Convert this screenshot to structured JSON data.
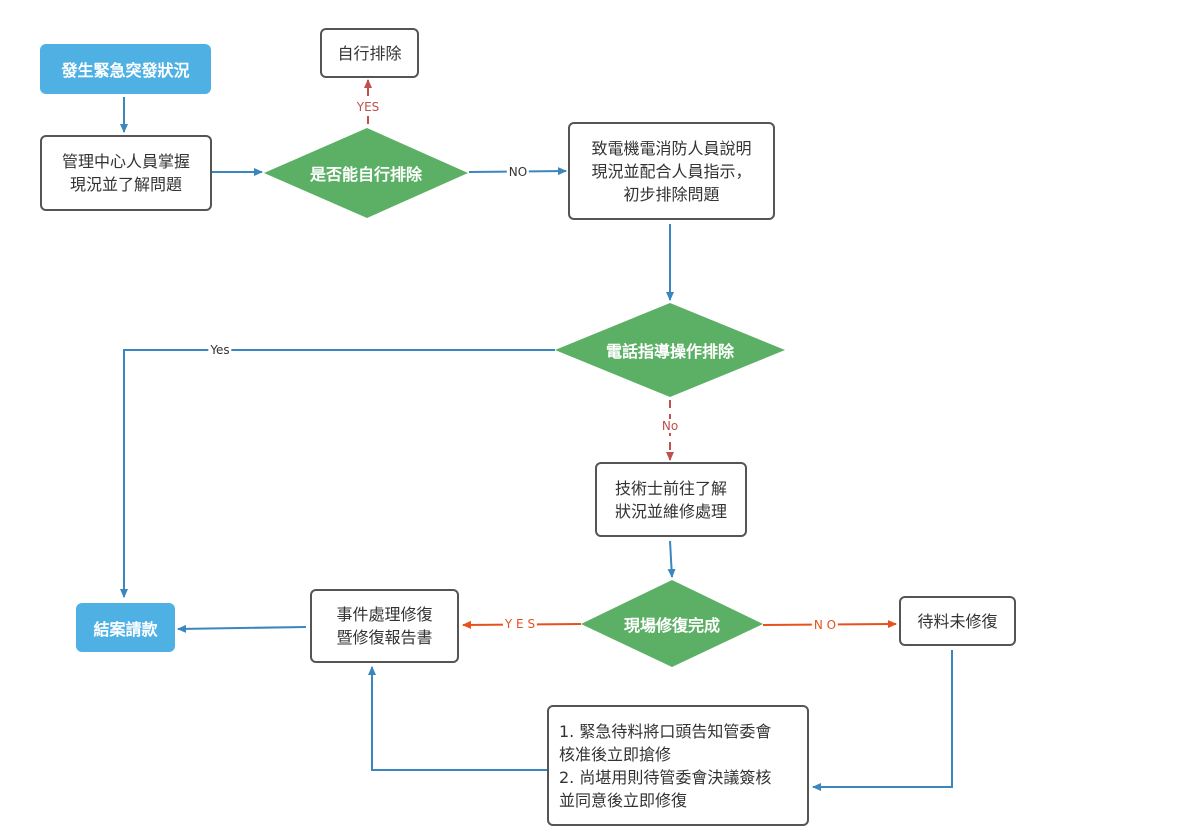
{
  "colors": {
    "blue_node": "#4fb0e4",
    "diamond": "#5cb066",
    "connector_blue": "#3a87c0",
    "connector_red": "#c0504d",
    "connector_orange": "#e8501e",
    "border": "#555555"
  },
  "nodes": {
    "start": "發生緊急突發狀況",
    "grasp": "管理中心人員掌握\n現況並了解問題",
    "self_fix_q": "是否能自行排除",
    "self_fix": "自行排除",
    "contact": "致電機電消防人員說明\n現況並配合人員指示，\n初步排除問題",
    "phone_guide": "電話指導操作排除",
    "technician": "技術士前往了解\n狀況並維修處理",
    "site_repair": "現場修復完成",
    "report": "事件處理修復\n暨修復報告書",
    "close": "結案請款",
    "pending": "待料未修復",
    "notes": "1. 緊急待料將口頭告知管委會\n核准後立即搶修\n2. 尚堪用則待管委會決議簽核\n並同意後立即修復"
  },
  "edge_labels": {
    "yes_self": "YES",
    "no_self": "NO",
    "yes_phone": "Yes",
    "no_phone": "No",
    "yes_site": "Y E S",
    "no_site": "N O"
  }
}
